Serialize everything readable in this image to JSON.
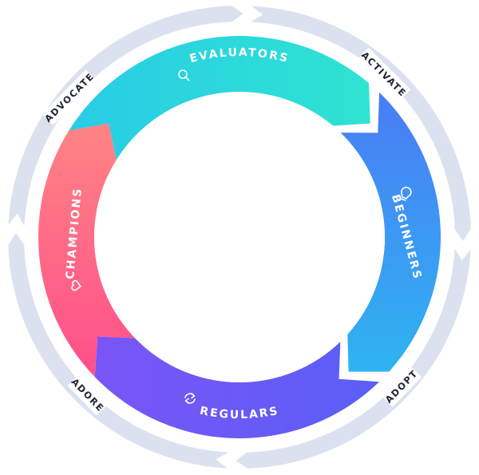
{
  "diagram": {
    "segments": [
      {
        "id": "evaluators",
        "label": "EVALUATORS",
        "icon": "search-icon",
        "color_start": "#28cce6",
        "color_end": "#2fe3d2"
      },
      {
        "id": "beginners",
        "label": "BEGINNERS",
        "icon": "lightbulb-icon",
        "color_start": "#4a7cf5",
        "color_end": "#2fb3f2"
      },
      {
        "id": "regulars",
        "label": "REGULARS",
        "icon": "refresh-icon",
        "color_start": "#7a55f6",
        "color_end": "#5a5ef7"
      },
      {
        "id": "champions",
        "label": "CHAMPIONS",
        "icon": "heart-icon",
        "color_start": "#ff8484",
        "color_end": "#ff4f8a"
      }
    ],
    "stages": [
      {
        "id": "activate",
        "label": "ACTIVATE"
      },
      {
        "id": "adopt",
        "label": "ADOPT"
      },
      {
        "id": "adore",
        "label": "ADORE"
      },
      {
        "id": "advocate",
        "label": "ADVOCATE"
      }
    ],
    "colors": {
      "outer_ring": "#dce1f0",
      "label_text": "#22253a",
      "background": "#ffffff"
    }
  }
}
